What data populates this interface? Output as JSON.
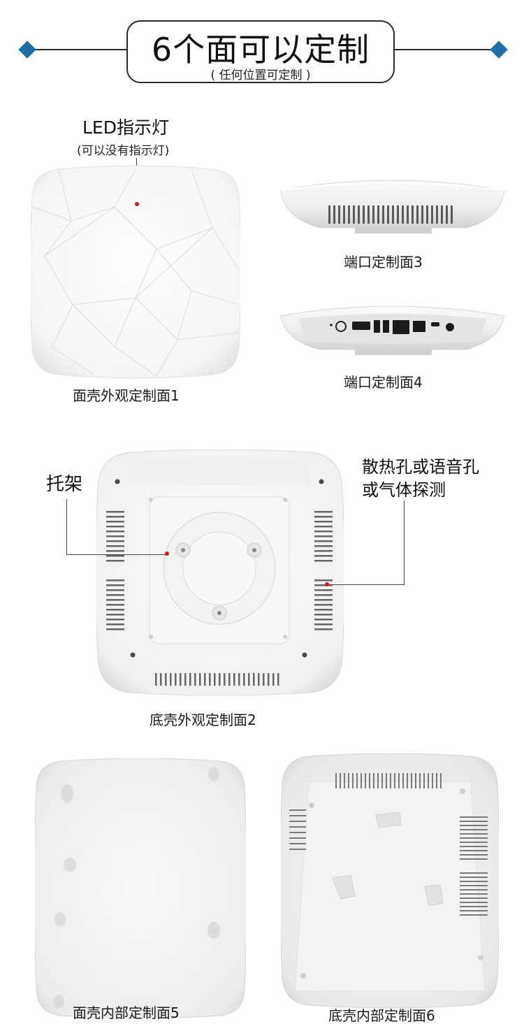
{
  "header": {
    "title": "6个面可以定制",
    "subtitle": "( 任何位置可定制 )"
  },
  "callouts": {
    "led_title": "LED指示灯",
    "led_subtitle": "(可以没有指示灯)",
    "bracket": "托架",
    "vent_line1": "散热孔或语音孔",
    "vent_line2": "或气体探测"
  },
  "captions": {
    "face1": "面壳外观定制面1",
    "face2": "底壳外观定制面2",
    "face3": "端口定制面3",
    "face4": "端口定制面4",
    "face5": "面壳内部定制面5",
    "face6": "底壳内部定制面6"
  },
  "colors": {
    "accent_diamond": "#1e6fa5",
    "marker_red": "#e0141e",
    "line_dark": "#2a2a2a"
  }
}
